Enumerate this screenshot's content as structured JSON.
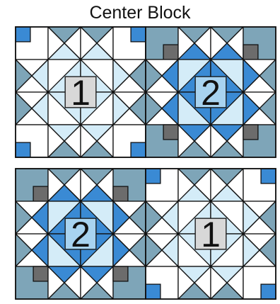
{
  "title": "Center Block",
  "palette": {
    "white": "#ffffff",
    "slate": "#7ea5b8",
    "pale_blue": "#d4ecf8",
    "bright_blue": "#3a8ad4",
    "light_blue": "#a8d3f0",
    "dark_gray": "#6c6c6c",
    "light_gray": "#d8d8d8",
    "outline": "#111111"
  },
  "rows": [
    {
      "blocks": [
        {
          "variant": 1,
          "label": "1"
        },
        {
          "variant": 2,
          "label": "2"
        }
      ]
    },
    {
      "blocks": [
        {
          "variant": 2,
          "label": "2"
        },
        {
          "variant": 1,
          "label": "1"
        }
      ]
    }
  ]
}
